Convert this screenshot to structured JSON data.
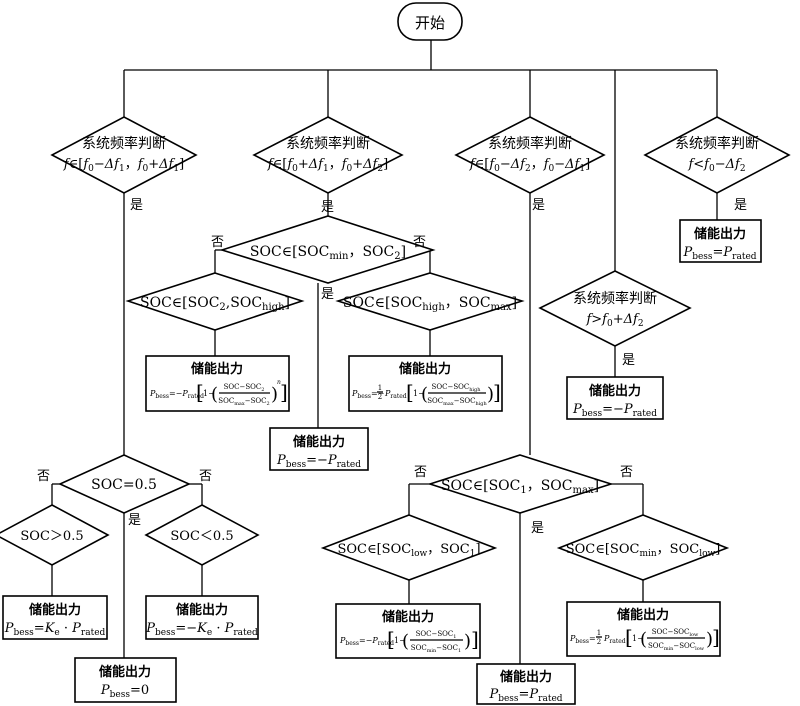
{
  "start": "开始",
  "yes": "是",
  "no": "否",
  "judge": "系统频率判断",
  "out_title": "储能出力",
  "sym": {
    "elem": "∈",
    "comma": "，",
    "lb": "[",
    "rb": "]",
    "gt": ">",
    "lt": "<"
  },
  "cond": {
    "f": "f",
    "f0": "f",
    "df": "Δf",
    "soc": "SOC",
    "soc_eq": "SOC=0.5",
    "soc_gt": "SOC＞0.5",
    "soc_lt": "SOC＜0.5"
  },
  "sub": {
    "zero": "0",
    "one": "1",
    "two": "2",
    "min": "min",
    "max": "max",
    "high": "high",
    "low": "low",
    "bess": "bess",
    "rated": "rated",
    "e": "e"
  },
  "formula": {
    "P": "P",
    "K": "K",
    "eq": "=",
    "neg": "−",
    "zero_val": "0",
    "dot": " · ",
    "one_minus": "1−",
    "half": "1",
    "half_den": "2",
    "exp": "n"
  }
}
